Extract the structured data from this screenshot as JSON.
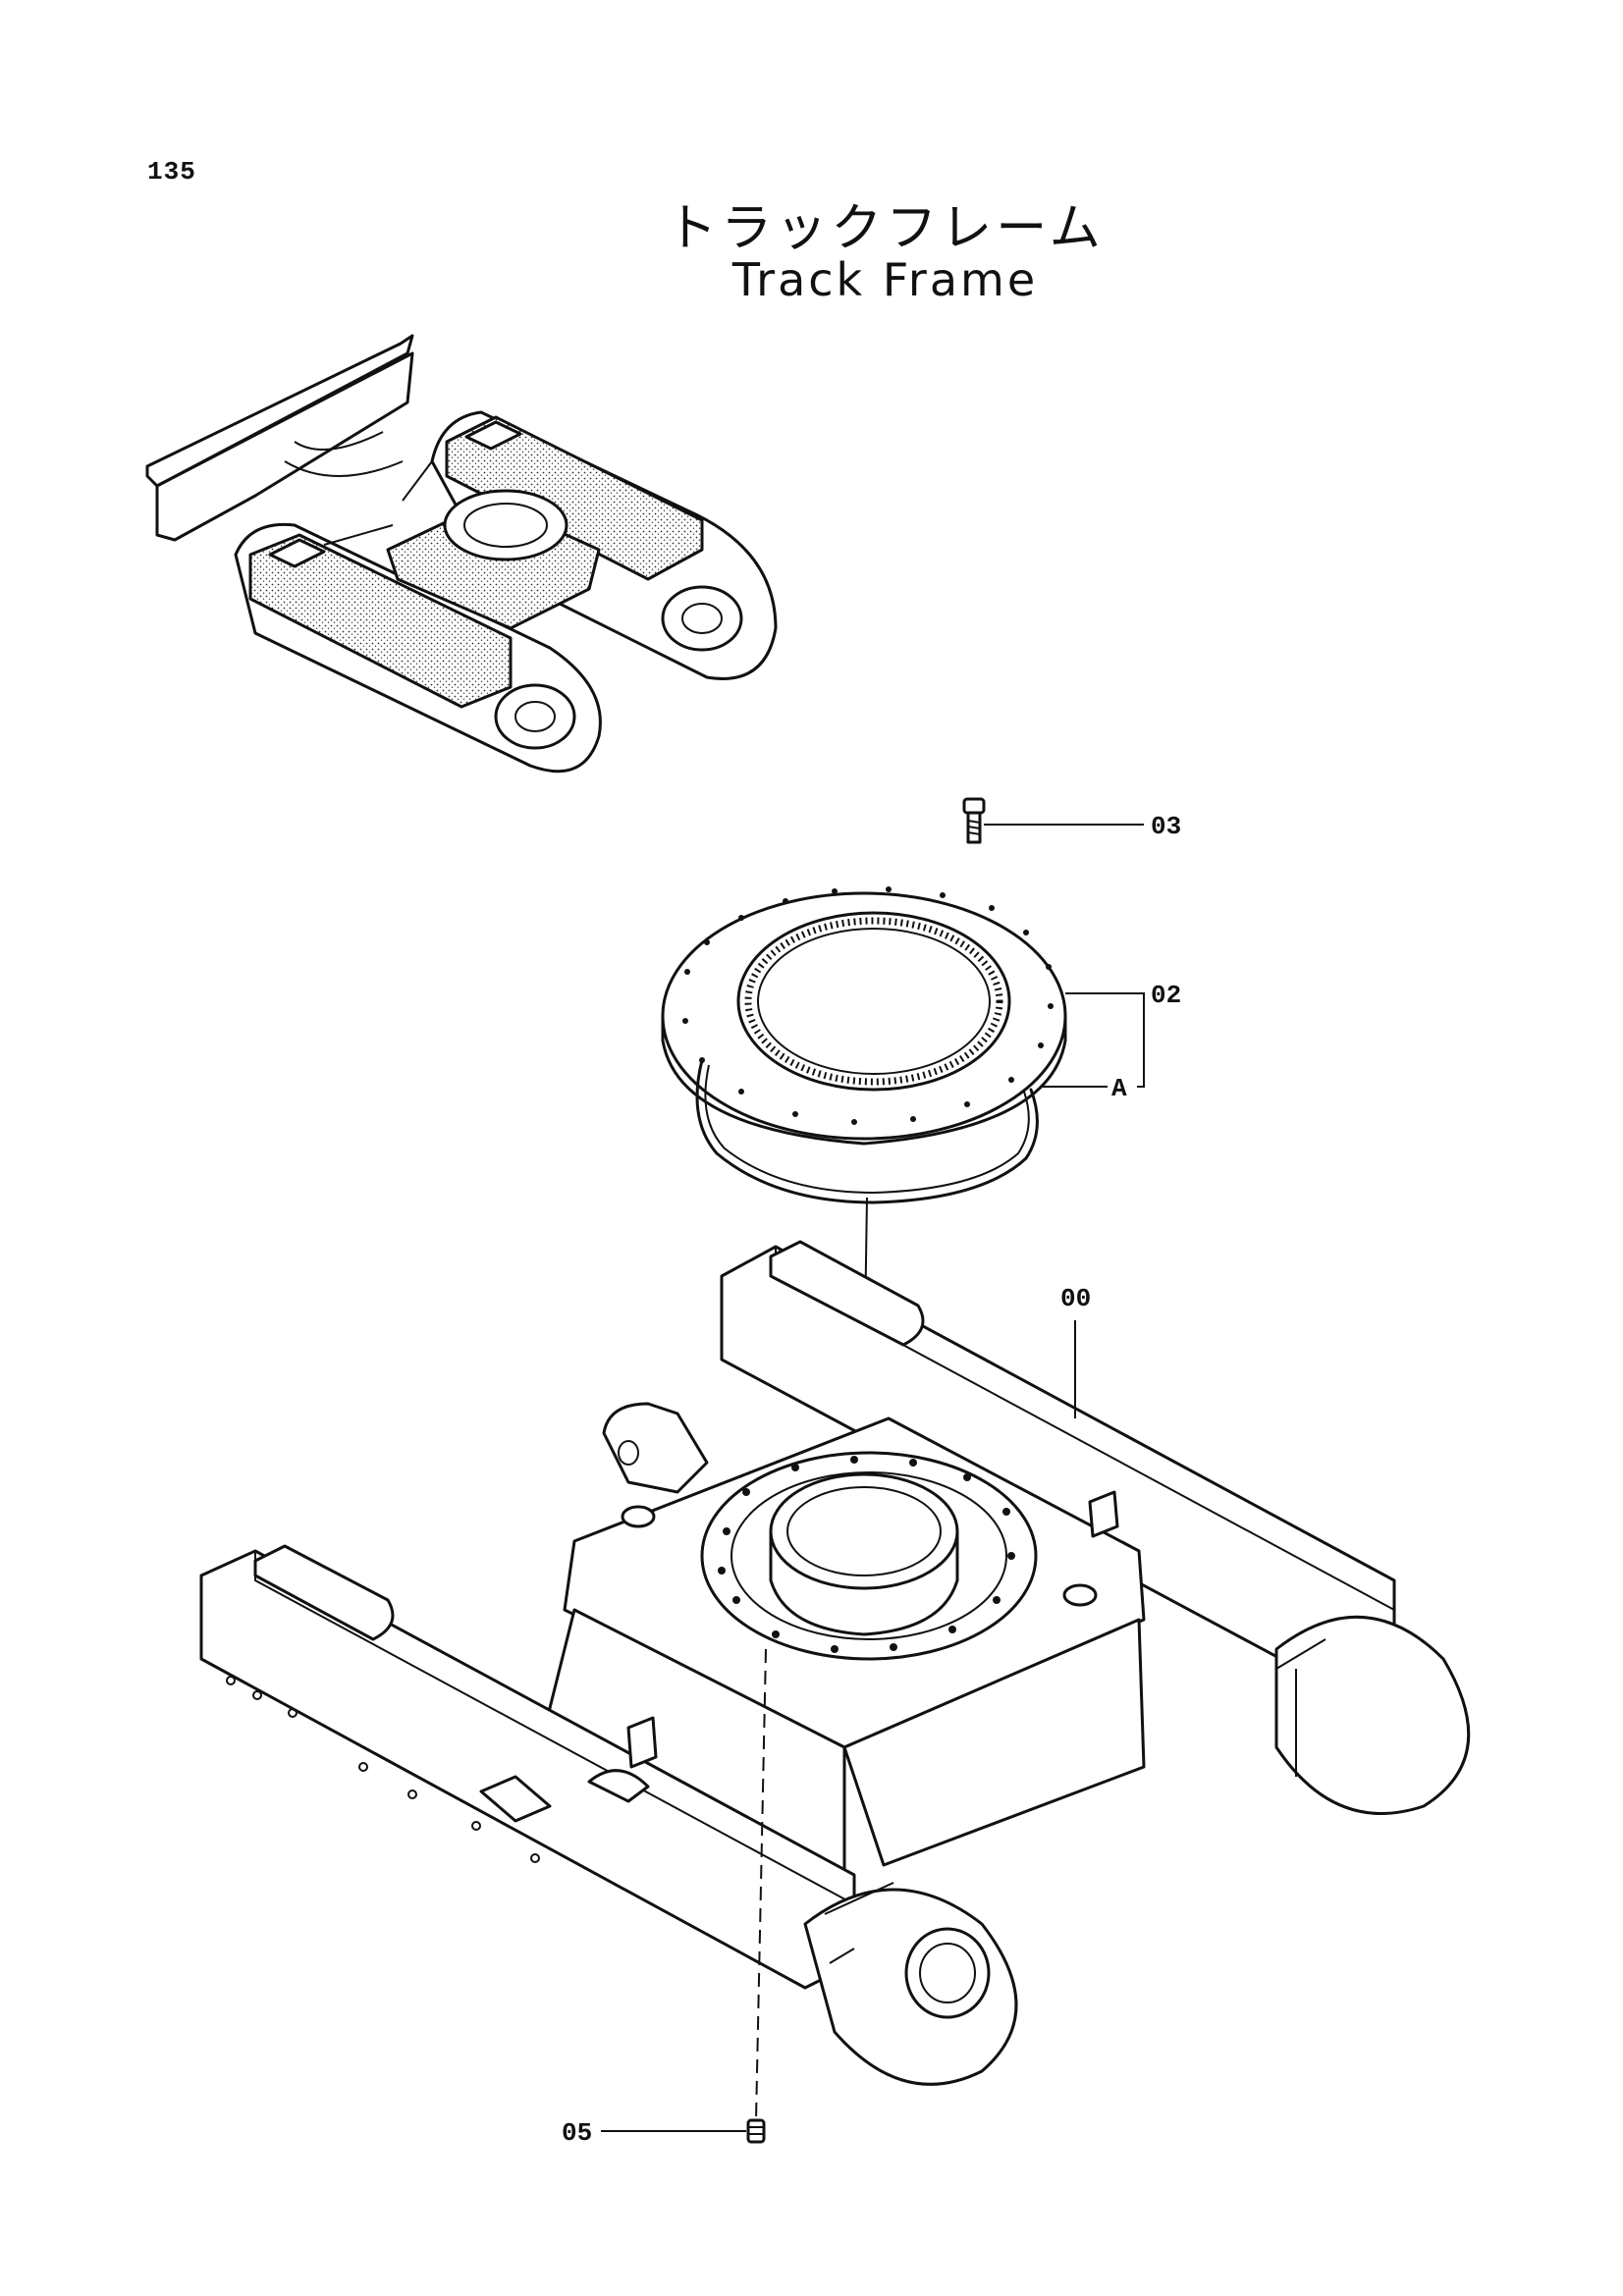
{
  "page": {
    "number": "135",
    "title_jp": "トラックフレーム",
    "title_en": "Track Frame"
  },
  "callouts": {
    "c03": "03",
    "c02": "02",
    "cA": "A",
    "c00": "00",
    "c05": "05"
  },
  "colors": {
    "ink": "#111111",
    "paper": "#ffffff"
  }
}
